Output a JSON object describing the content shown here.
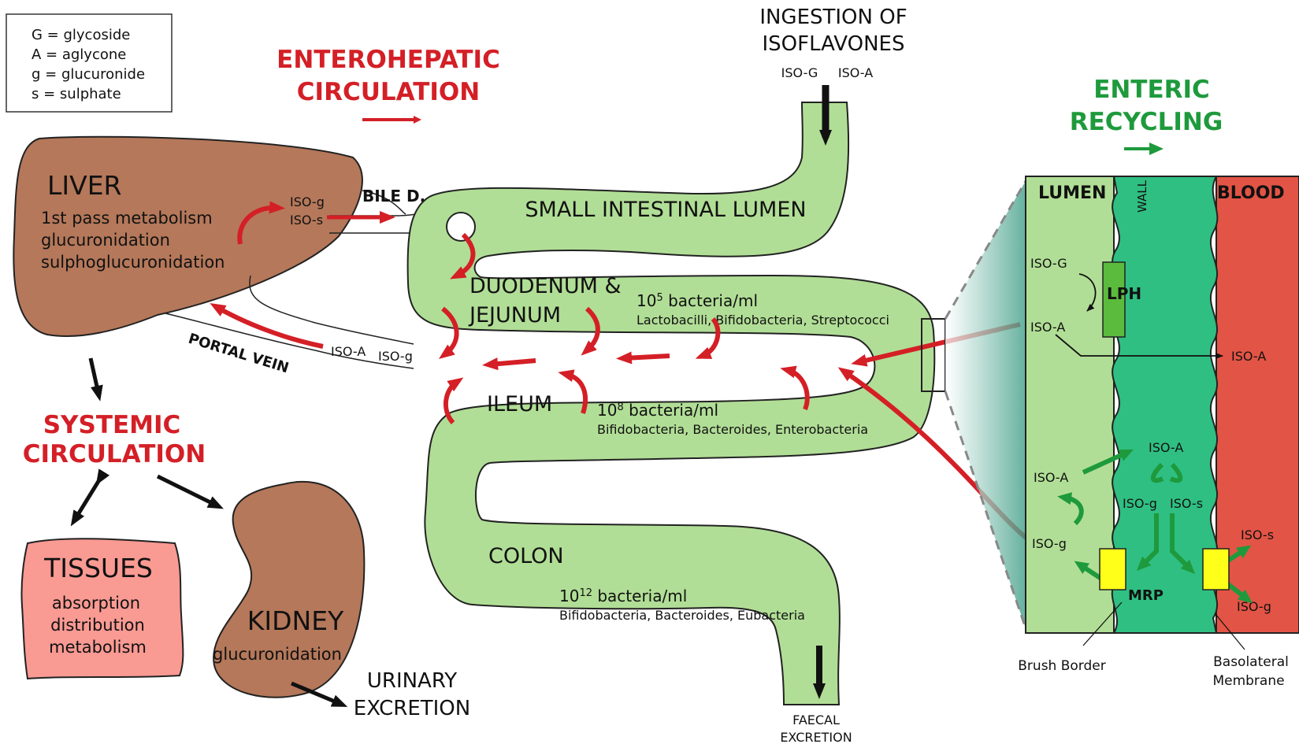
{
  "legend": {
    "lines": [
      "G = glycoside",
      "A = aglycone",
      "g = glucuronide",
      "s = sulphate"
    ]
  },
  "headings": {
    "enterohepatic": [
      "ENTEROHEPATIC",
      "CIRCULATION"
    ],
    "ingestion": [
      "INGESTION OF",
      "ISOFLAVONES"
    ],
    "ingestion_forms": [
      "ISO-G",
      "ISO-A"
    ],
    "enteric": [
      "ENTERIC",
      "RECYCLING"
    ],
    "systemic": [
      "SYSTEMIC",
      "CIRCULATION"
    ]
  },
  "liver": {
    "title": "LIVER",
    "lines": [
      "1st pass metabolism",
      "glucuronidation",
      "sulphoglucuronidation"
    ],
    "products": [
      "ISO-g",
      "ISO-s"
    ]
  },
  "bile_duct_label": "BILE D.",
  "portal_vein": {
    "label": "PORTAL VEIN",
    "forms": [
      "ISO-A",
      "ISO-g"
    ]
  },
  "tissues": {
    "title": "TISSUES",
    "lines": [
      "absorption",
      "distribution",
      "metabolism"
    ]
  },
  "kidney": {
    "title": "KIDNEY",
    "line": "glucuronidation"
  },
  "urinary_excretion": [
    "URINARY",
    "EXCRETION"
  ],
  "intestine": {
    "small_lumen": "SMALL INTESTINAL LUMEN",
    "duodenum": {
      "title": [
        "DUODENUM &",
        "JEJUNUM"
      ],
      "count_base": "10",
      "count_exp": "5",
      "count_unit": " bacteria/ml",
      "bacteria": "Lactobacilli, Bifidobacteria, Streptococci"
    },
    "ileum": {
      "title": "ILEUM",
      "count_base": "10",
      "count_exp": "8",
      "count_unit": " bacteria/ml",
      "bacteria": "Bifidobacteria, Bacteroides, Enterobacteria"
    },
    "colon": {
      "title": "COLON",
      "count_base": "10",
      "count_exp": "12",
      "count_unit": " bacteria/ml",
      "bacteria": "Bifidobacteria, Bacteroides, Eubacteria"
    },
    "faecal": [
      "FAECAL",
      "EXCRETION"
    ]
  },
  "enterocyte": {
    "lumen": "LUMEN",
    "wall": "WALL",
    "blood": "BLOOD",
    "lph": "LPH",
    "mrp": "MRP",
    "iso_G": "ISO-G",
    "iso_A_lumen_top": "ISO-A",
    "iso_A_blood": "ISO-A",
    "iso_A_wall": "ISO-A",
    "iso_A_lumen_bottom": "ISO-A",
    "iso_g_wall": "ISO-g",
    "iso_s_wall": "ISO-s",
    "iso_g_lumen": "ISO-g",
    "iso_s_blood": "ISO-s",
    "iso_g_blood": "ISO-g",
    "brush_border": "Brush Border",
    "basolateral": [
      "Basolateral",
      "Membrane"
    ]
  },
  "colors": {
    "arrow_red": "#d41f26",
    "arrow_green": "#1e9a3c",
    "organ_brown": "#b5785a",
    "tissue_pink": "#f99a93",
    "gut_green": "#b1de96",
    "wall_green": "#2fbf82",
    "blood_red": "#e25445",
    "transporter_yellow": "#ffff1a",
    "lph_green": "#5bbb3d"
  }
}
